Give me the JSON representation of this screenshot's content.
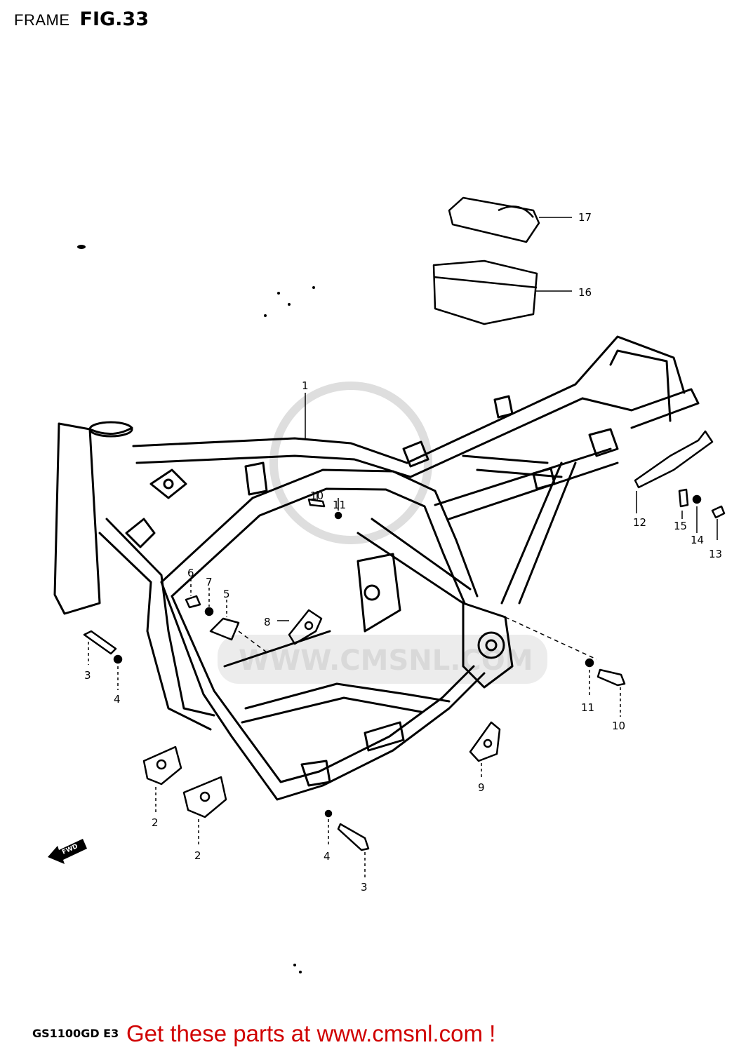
{
  "header": {
    "section": "FRAME",
    "figure": "FIG.33"
  },
  "watermark": {
    "text": "WWW.CMSNL.COM"
  },
  "parts": [
    {
      "ref": "1",
      "part": "frame"
    },
    {
      "ref": "2",
      "part": "engine-mount-plate"
    },
    {
      "ref": "3",
      "part": "bolt"
    },
    {
      "ref": "4",
      "part": "washer"
    },
    {
      "ref": "5",
      "part": "plate"
    },
    {
      "ref": "6",
      "part": "bolt"
    },
    {
      "ref": "7",
      "part": "washer"
    },
    {
      "ref": "8",
      "part": "plate"
    },
    {
      "ref": "9",
      "part": "plate"
    },
    {
      "ref": "10",
      "part": "bolt"
    },
    {
      "ref": "11",
      "part": "washer"
    },
    {
      "ref": "12",
      "part": "bracket"
    },
    {
      "ref": "13",
      "part": "bolt"
    },
    {
      "ref": "14",
      "part": "washer"
    },
    {
      "ref": "15",
      "part": "washer"
    },
    {
      "ref": "16",
      "part": "tool-case"
    },
    {
      "ref": "17",
      "part": "cover"
    }
  ],
  "direction": {
    "label": "FWD"
  },
  "footer": {
    "model": "GS1100GD E3",
    "promo": "Get these parts at www.cmsnl.com !"
  },
  "colors": {
    "promo": "#d00000",
    "lines": "#000000",
    "watermark": "#d9d9d9"
  }
}
